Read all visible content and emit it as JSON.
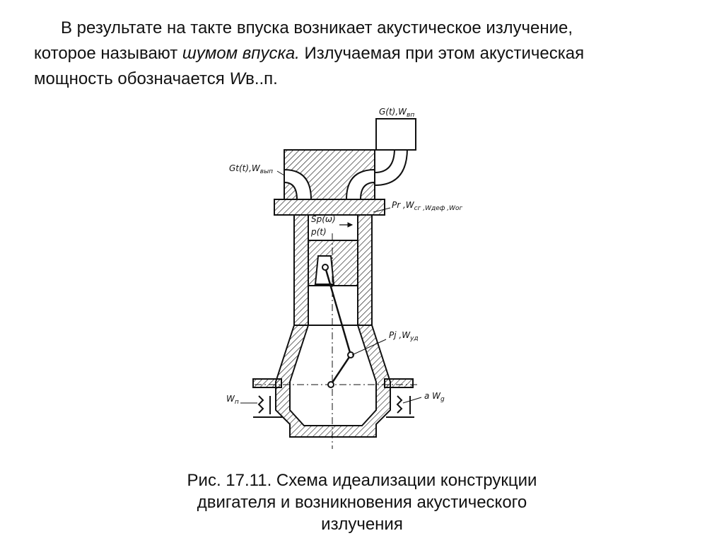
{
  "paragraph": {
    "part1": "В результате на такте впуска возникает акустическое излучение,",
    "part2": "которое называют ",
    "emphasis": "шумом впуска.",
    "part3": " Излучаемая при этом акустическая",
    "part4": "мощность обозначается ",
    "symbol_main": "W",
    "symbol_sub": "в..п."
  },
  "figure_labels": {
    "g_t_wvp": "G(t),W",
    "g_t_wvp_sub": "вп",
    "gt_t_wvyp": "Gt(t),W",
    "gt_t_wvyp_sub": "вып",
    "pr_label": "Pr ,W",
    "pr_label_rest": "сг ,Wдеф ,Wог",
    "sp_label": "Sp(ω)",
    "pt_label": "p(t)",
    "pj_label": "Pj ,W",
    "pj_label_sub": "уд",
    "wn_label": "W",
    "wn_label_sub": "п",
    "awg_label": "a W",
    "awg_label_sub": "g"
  },
  "caption": {
    "line1": "Рис. 17.11. Схема идеализации конструкции",
    "line2": "двигателя и возникновения акустического",
    "line3": "излучения"
  },
  "colors": {
    "ink": "#111111",
    "background": "#ffffff"
  }
}
